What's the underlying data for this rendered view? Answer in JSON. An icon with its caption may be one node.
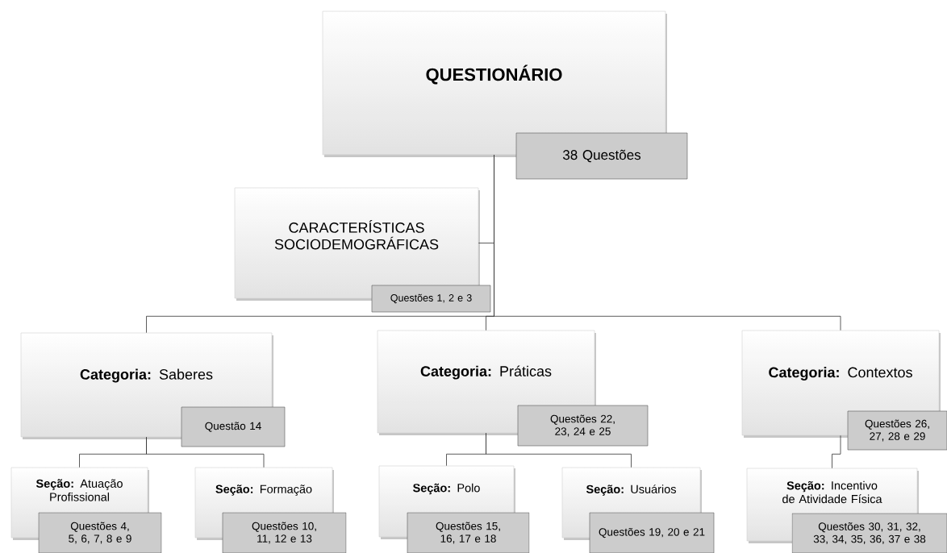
{
  "diagram": {
    "nodes": [
      {
        "text": [
          "QUESTIONÁRIO"
        ]
      },
      {
        "text": [
          "38 Questões"
        ]
      },
      {
        "text": [
          "CARACTERÍSTICAS SOCIODEMOGRÁFICAS"
        ]
      },
      {
        "text": [
          "Questões 1, 2 e 3"
        ]
      },
      {
        "text": [
          "**Categoria:** Saberes"
        ]
      },
      {
        "text": [
          "Questão 14"
        ]
      },
      {
        "text": [
          "**Categoria:** Práticas"
        ]
      },
      {
        "text": [
          "Questões 22, 23, 24 e 25"
        ]
      },
      {
        "text": [
          "**Categoria:** Contextos"
        ]
      },
      {
        "text": [
          "Questões 26, 27, 28 e 29"
        ]
      },
      {
        "text": [
          "**Seção:** Atuação Profissional"
        ]
      },
      {
        "text": [
          "Questões 4, 5, 6, 7, 8 e 9"
        ]
      },
      {
        "text": [
          "**Seção:** Formação"
        ]
      },
      {
        "text": [
          "Questões 10, 11, 12 e 13"
        ]
      },
      {
        "text": [
          "**Seção:** Polo"
        ]
      },
      {
        "text": [
          "Questões 15, 16, 17 e 18"
        ]
      },
      {
        "text": [
          "**Seção:** Usuários"
        ]
      },
      {
        "text": [
          "Questões 19, 20 e 21"
        ]
      },
      {
        "text": [
          "**Seção:** Incentivo de Atividade Física"
        ]
      },
      {
        "text": [
          "Questões 30, 31, 32, 33, 34, 35, 36, 37 e 38"
        ]
      }
    ],
    "edges": [
      {
        "from": 0,
        "to": 2,
        "arrow": "none"
      },
      {
        "from": 0,
        "to": 4,
        "arrow": "none"
      },
      {
        "from": 0,
        "to": 6,
        "arrow": "none"
      },
      {
        "from": 0,
        "to": 8,
        "arrow": "none"
      },
      {
        "from": 4,
        "to": 10,
        "arrow": "none"
      },
      {
        "from": 4,
        "to": 12,
        "arrow": "none"
      },
      {
        "from": 6,
        "to": 14,
        "arrow": "none"
      },
      {
        "from": 6,
        "to": 16,
        "arrow": "none"
      },
      {
        "from": 8,
        "to": 18,
        "arrow": "none"
      }
    ]
  }
}
